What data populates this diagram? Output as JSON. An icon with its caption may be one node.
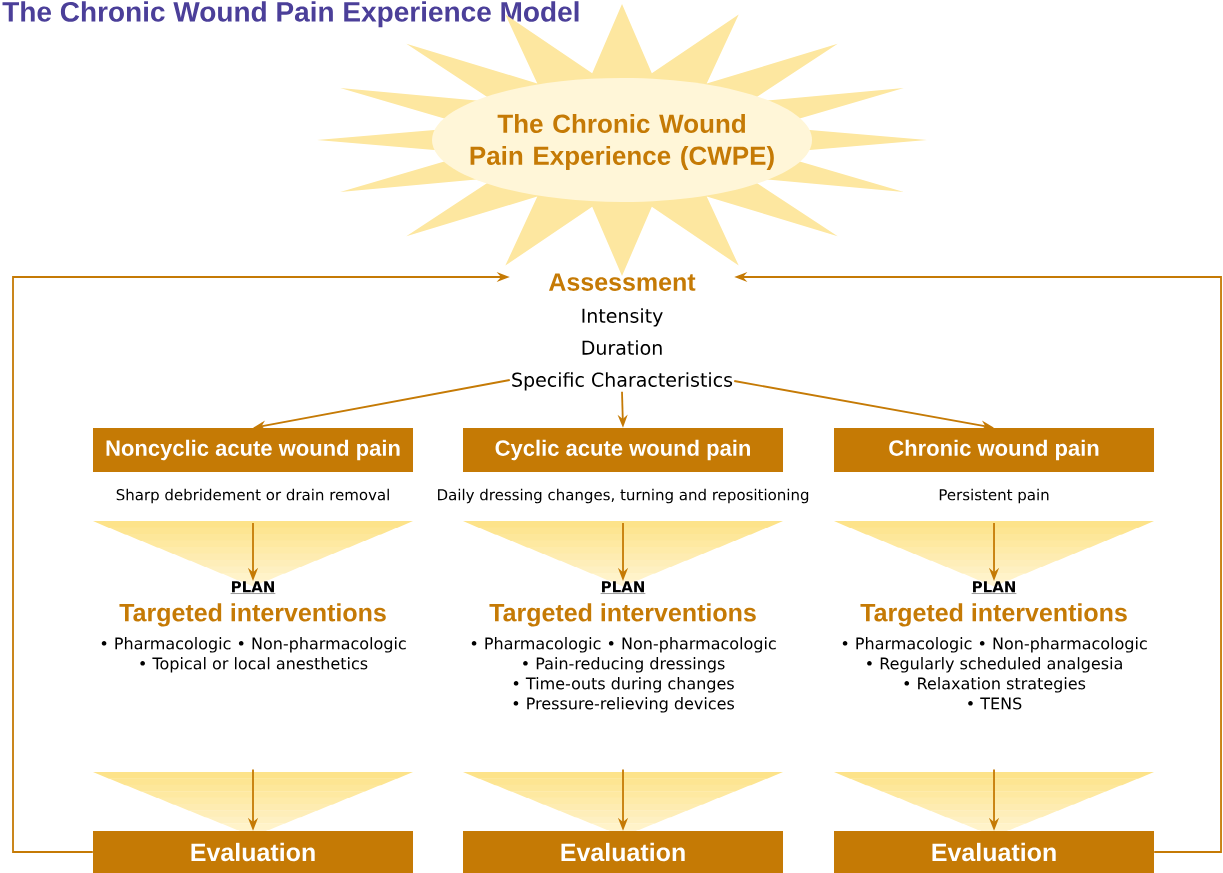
{
  "diagram": {
    "title": "The Chronic Wound Pain Experience Model",
    "nodes": [
      {
        "text": [
          "The Chronic Wound Pain Experience (CWPE)"
        ]
      },
      {
        "text": [
          "Assessment",
          "Intensity",
          "Duration",
          "Specific Characteristics"
        ]
      },
      {
        "text": [
          "Noncyclic acute wound pain",
          "Sharp debridement or drain removal"
        ]
      },
      {
        "text": [
          "Cyclic acute wound pain",
          "Daily dressing changes, turning and repositioning"
        ]
      },
      {
        "text": [
          "Chronic wound pain",
          "Persistent pain"
        ]
      },
      {
        "text": [
          "PLAN",
          "Targeted interventions",
          "• Pharmacologic • Non-pharmacologic",
          "• Topical or local anesthetics"
        ]
      },
      {
        "text": [
          "PLAN",
          "Targeted interventions",
          "• Pharmacologic • Non-pharmacologic",
          "• Pain-reducing dressings",
          "• Time-outs during changes",
          "• Pressure-relieving devices"
        ]
      },
      {
        "text": [
          "PLAN",
          "Targeted interventions",
          "• Pharmacologic • Non-pharmacologic",
          "• Regularly scheduled analgesia",
          "• Relaxation strategies",
          "• TENS"
        ]
      },
      {
        "text": [
          "Evaluation"
        ]
      },
      {
        "text": [
          "Evaluation"
        ]
      },
      {
        "text": [
          "Evaluation"
        ]
      }
    ],
    "edges": [
      {
        "from": 1,
        "to": 2,
        "arrow": "to"
      },
      {
        "from": 1,
        "to": 3,
        "arrow": "to"
      },
      {
        "from": 1,
        "to": 4,
        "arrow": "to"
      },
      {
        "from": 2,
        "to": 5,
        "arrow": "to"
      },
      {
        "from": 3,
        "to": 6,
        "arrow": "to"
      },
      {
        "from": 4,
        "to": 7,
        "arrow": "to"
      },
      {
        "from": 5,
        "to": 8,
        "arrow": "to"
      },
      {
        "from": 6,
        "to": 9,
        "arrow": "to"
      },
      {
        "from": 7,
        "to": 10,
        "arrow": "to"
      },
      {
        "from": 8,
        "to": 1,
        "arrow": "to"
      },
      {
        "from": 10,
        "to": 1,
        "arrow": "to"
      }
    ]
  }
}
